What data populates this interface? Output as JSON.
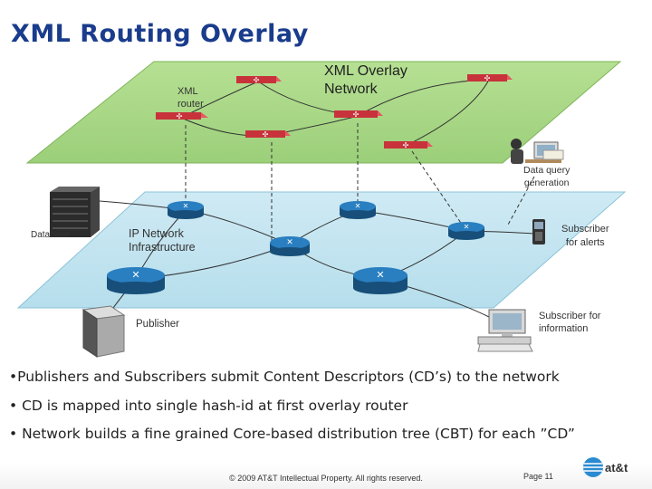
{
  "slide": {
    "title": "XML Routing Overlay",
    "page_label": "Page 11",
    "copyright": "© 2009 AT&T Intellectual Property. All rights reserved.",
    "logo_text": "at&t"
  },
  "diagram": {
    "labels": {
      "xml_router": "XML\nrouter",
      "xml_overlay": "XML Overlay\nNetwork",
      "data_query": "Data query\ngeneration",
      "subscriber_alerts": "Subscriber\nfor alerts",
      "database": "Database",
      "ip_network": "IP Network\nInfrastructure",
      "publisher": "Publisher",
      "subscriber_info": "Subscriber for\ninformation"
    },
    "colors": {
      "overlay_plane": "#a9d88a",
      "ip_plane": "#bfe4f0",
      "xml_router": "#c8323b",
      "ip_router": "#1f6fa8"
    }
  },
  "bullets": [
    "•Publishers and Subscribers submit Content Descriptors (CD’s) to the network",
    "• CD is mapped into single hash-id at first overlay router",
    "• Network builds a fine grained Core-based distribution tree (CBT) for each ”CD”"
  ]
}
